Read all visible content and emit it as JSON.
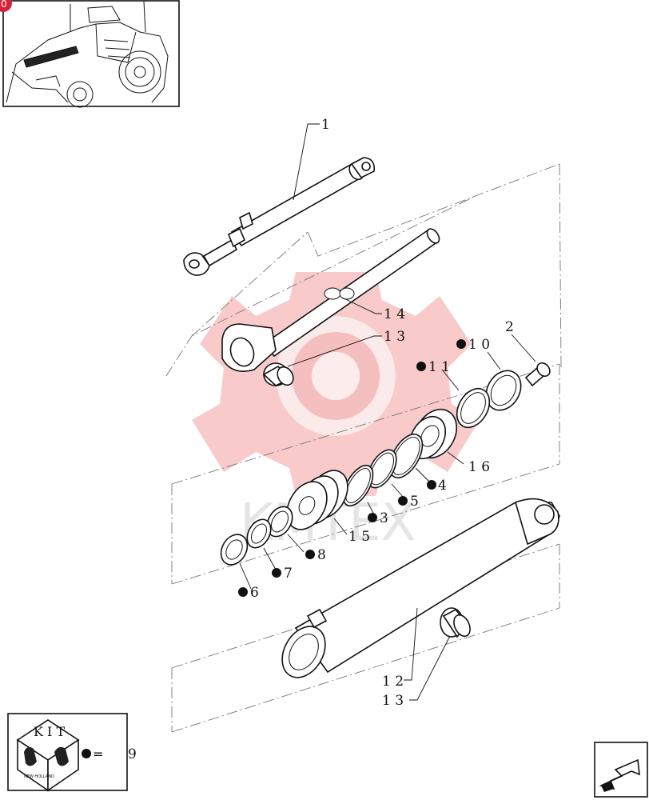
{
  "colors": {
    "watermark": "#f3a6a6",
    "ink": "#111111",
    "badge": "#d6233a"
  },
  "thumbnail": {
    "badge_text": "0"
  },
  "watermark": {
    "text": "KMTEX"
  },
  "callouts": [
    {
      "id": "c1",
      "text": "1",
      "kit": false
    },
    {
      "id": "c2",
      "text": "2",
      "kit": false
    },
    {
      "id": "c14",
      "text": "1 4",
      "kit": false
    },
    {
      "id": "c13a",
      "text": "1 3",
      "kit": false
    },
    {
      "id": "c10",
      "text": "1 0",
      "kit": true
    },
    {
      "id": "c11",
      "text": "1 1",
      "kit": true
    },
    {
      "id": "c16",
      "text": "1 6",
      "kit": false
    },
    {
      "id": "c4",
      "text": "4",
      "kit": true
    },
    {
      "id": "c5",
      "text": "5",
      "kit": true
    },
    {
      "id": "c3",
      "text": "3",
      "kit": true
    },
    {
      "id": "c15",
      "text": "1 5",
      "kit": false
    },
    {
      "id": "c8",
      "text": "8",
      "kit": true
    },
    {
      "id": "c7",
      "text": "7",
      "kit": true
    },
    {
      "id": "c6",
      "text": "6",
      "kit": true
    },
    {
      "id": "c12",
      "text": "1 2",
      "kit": false
    },
    {
      "id": "c13b",
      "text": "1 3",
      "kit": false
    }
  ],
  "kit_legend": {
    "box_label": "K I T",
    "equals": "=",
    "value": "9"
  },
  "nav": {
    "icon": "next-page-arrow-icon"
  }
}
